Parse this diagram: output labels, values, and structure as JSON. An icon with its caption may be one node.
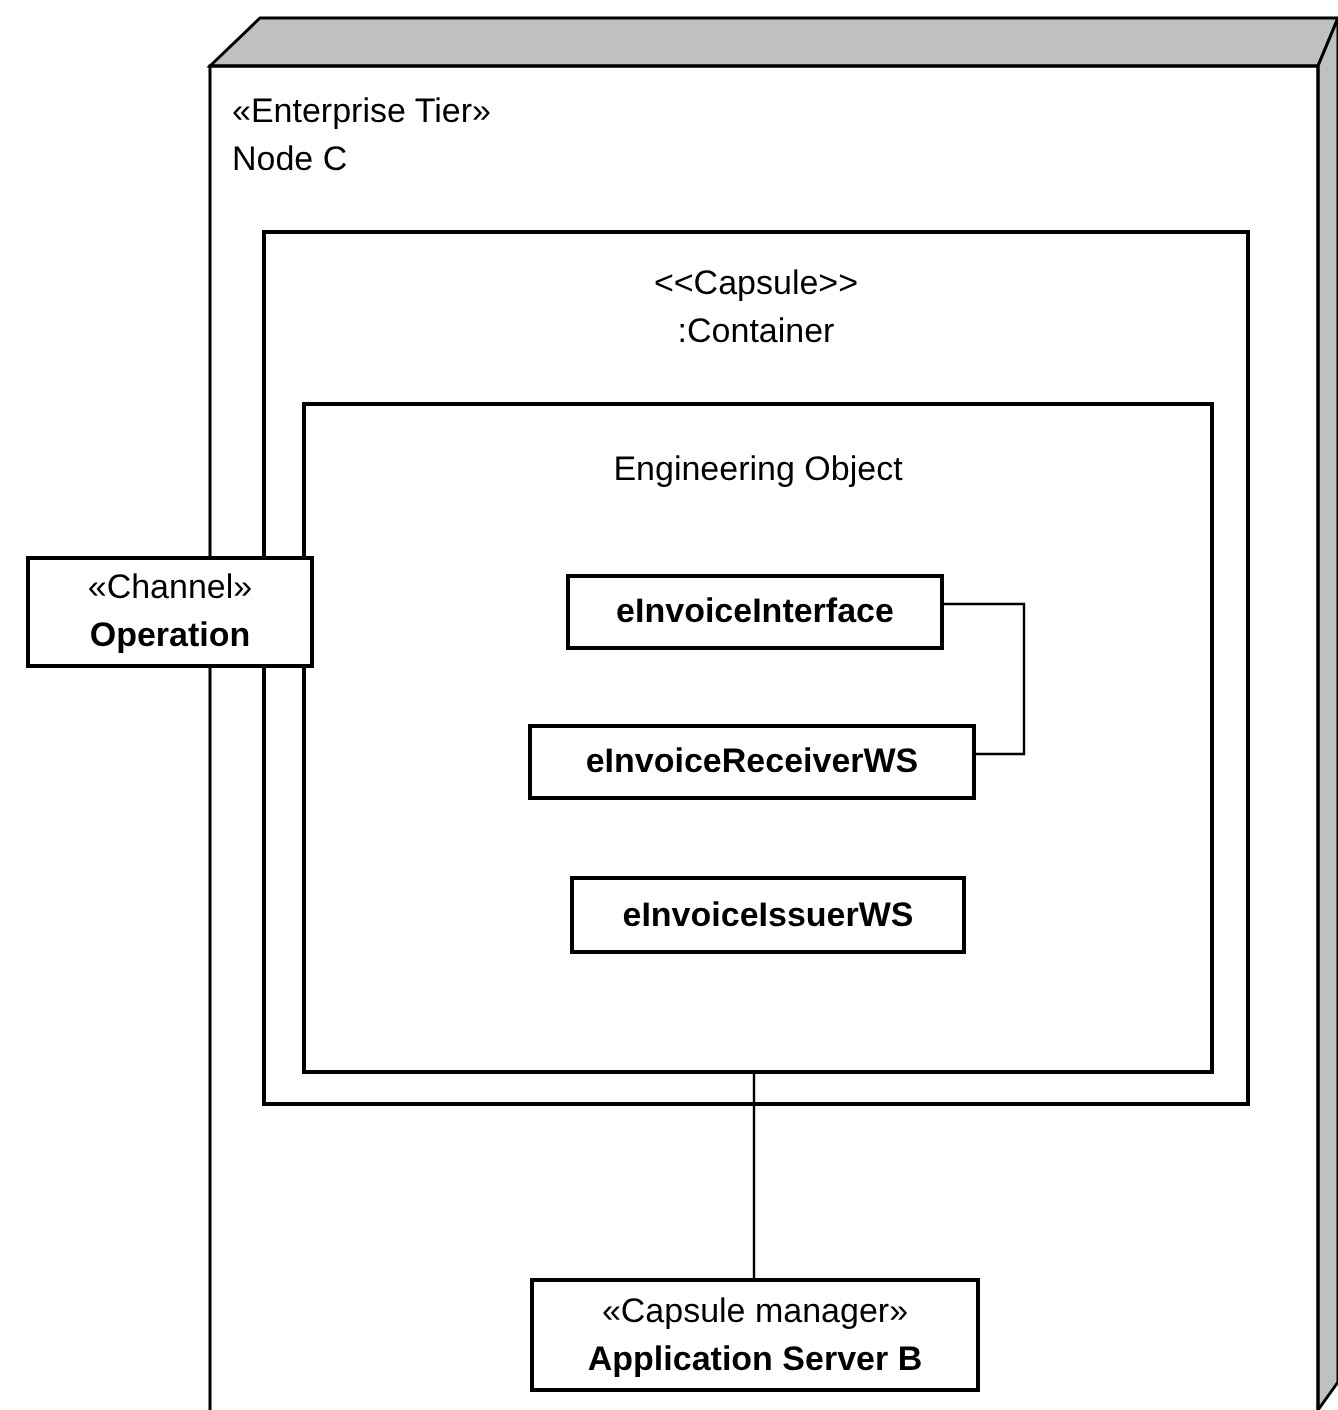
{
  "diagram": {
    "nodes": [
      {
        "text": [
          "«Enterprise Tier»",
          "Node C"
        ]
      },
      {
        "text": [
          "<<Capsule>>",
          ":Container"
        ],
        "in": 0
      },
      {
        "text": [
          "Engineering Object"
        ],
        "in": 1
      },
      {
        "text": [
          "eInvoiceInterface"
        ],
        "in": 2
      },
      {
        "text": [
          "eInvoiceReceiverWS"
        ],
        "in": 2
      },
      {
        "text": [
          "eInvoiceIssuerWS"
        ],
        "in": 2
      },
      {
        "text": [
          "«Channel»",
          "Operation"
        ]
      },
      {
        "text": [
          "«Capsule manager»",
          "Application Server B"
        ],
        "in": 0
      }
    ],
    "edges": [
      {
        "from": 3,
        "to": 4,
        "arrow": "none"
      },
      {
        "from": 7,
        "to": 2,
        "arrow": "none"
      }
    ]
  }
}
